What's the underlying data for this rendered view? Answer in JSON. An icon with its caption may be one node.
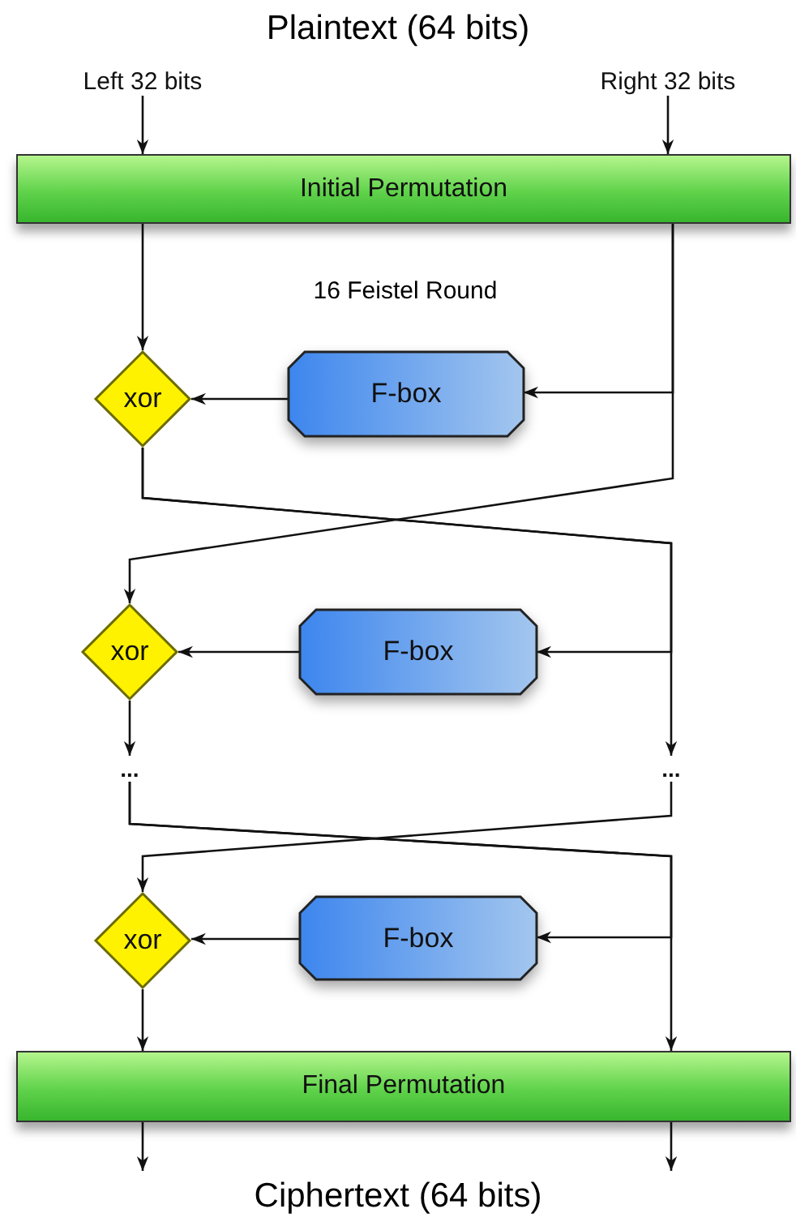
{
  "diagram": {
    "title": "Plaintext (64 bits)",
    "caption": "Ciphertext (64 bits)",
    "nodes": [
      {
        "text": [
          "Left 32 bits"
        ]
      },
      {
        "text": [
          "Right 32 bits"
        ]
      },
      {
        "text": [
          "Initial Permutation"
        ]
      },
      {
        "text": [
          "xor"
        ]
      },
      {
        "text": [
          "F-box"
        ]
      },
      {
        "text": [
          "xor"
        ]
      },
      {
        "text": [
          "F-box"
        ]
      },
      {
        "text": [
          "..."
        ]
      },
      {
        "text": [
          "..."
        ]
      },
      {
        "text": [
          "xor"
        ]
      },
      {
        "text": [
          "F-box"
        ]
      },
      {
        "text": [
          "Final Permutation"
        ]
      }
    ],
    "edges": [
      {
        "from": 0,
        "to": 2,
        "arrow": "to"
      },
      {
        "from": 1,
        "to": 2,
        "arrow": "to"
      },
      {
        "from": 2,
        "to": 3,
        "arrow": "to"
      },
      {
        "from": 2,
        "to": 4,
        "arrow": "to"
      },
      {
        "from": 4,
        "to": 3,
        "arrow": "to"
      },
      {
        "from": 2,
        "to": 5,
        "arrow": "to"
      },
      {
        "from": 3,
        "to": 6,
        "arrow": "to"
      },
      {
        "from": 3,
        "to": 8,
        "arrow": "to"
      },
      {
        "from": 6,
        "to": 5,
        "arrow": "to"
      },
      {
        "from": 5,
        "to": 7,
        "arrow": "to"
      },
      {
        "from": 8,
        "to": 9,
        "arrow": "to"
      },
      {
        "from": 7,
        "to": 10,
        "arrow": "to"
      },
      {
        "from": 7,
        "to": 11,
        "arrow": "to"
      },
      {
        "from": 10,
        "to": 9,
        "arrow": "to"
      },
      {
        "from": 9,
        "to": 11,
        "arrow": "to"
      },
      {
        "from": 11,
        "to": null,
        "arrow": "to"
      },
      {
        "from": 11,
        "to": null,
        "arrow": "to"
      }
    ],
    "labels": [
      "16 Feistel Round"
    ]
  }
}
